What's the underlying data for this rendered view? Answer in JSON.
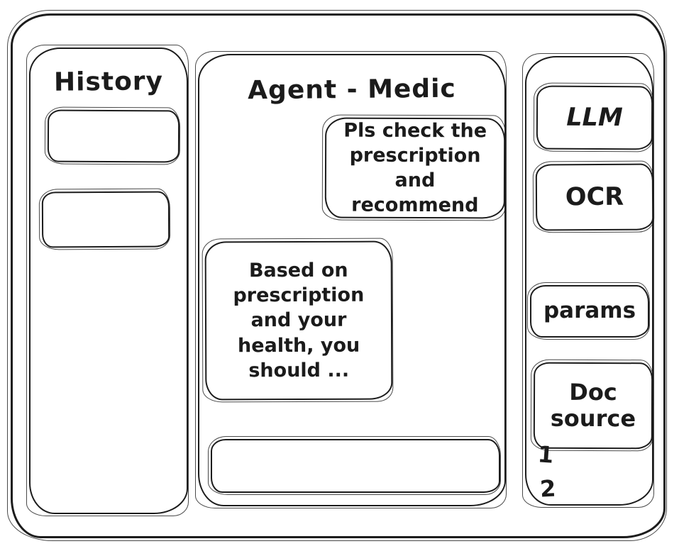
{
  "sidebar_left": {
    "title": "History",
    "items": [
      {
        "label": ""
      },
      {
        "label": ""
      }
    ]
  },
  "chat": {
    "title": "Agent - Medic",
    "messages": [
      {
        "role": "user",
        "text": "Pls check the prescription and recommend"
      },
      {
        "role": "assistant",
        "text": "Based on prescription and your health, you should ..."
      }
    ],
    "input": {
      "value": ""
    }
  },
  "sidebar_right": {
    "buttons": [
      {
        "label": "LLM"
      },
      {
        "label": "OCR"
      },
      {
        "label": "params"
      },
      {
        "label": "Doc source"
      }
    ],
    "doc_source_items": [
      "1",
      "2"
    ]
  },
  "colors": {
    "stroke": "#1b1b1b",
    "background": "#ffffff"
  }
}
